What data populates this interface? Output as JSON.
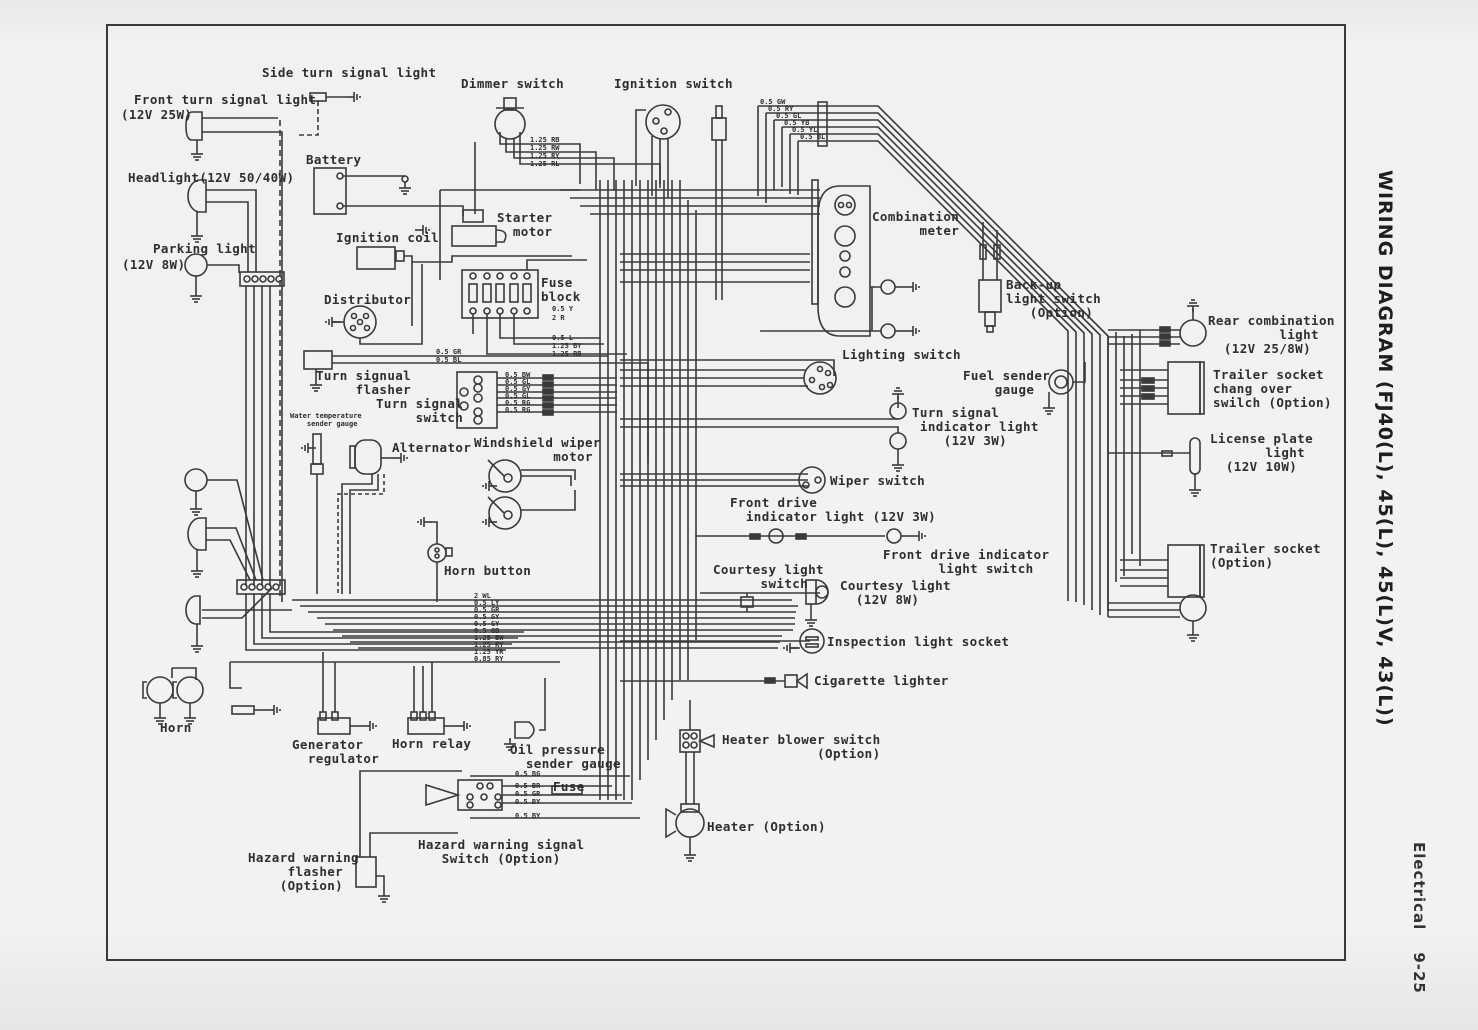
{
  "page": {
    "title": "WIRING DIAGRAM (FJ40(L), 45(L), 45(L)V, 43(L))",
    "section": "Electrical",
    "page_number": "9-25"
  },
  "components": {
    "side_turn_signal_light": "Side turn signal light",
    "front_turn_signal_light": "Front turn signal light",
    "front_turn_signal_rating": "(12V 25W)",
    "battery": "Battery",
    "headlight": "Headlight(12V 50/40W)",
    "parking_light": "Parking light",
    "parking_light_rating": "(12V 8W)",
    "ignition_coil": "Ignition coil",
    "distributor": "Distributor",
    "dimmer_switch": "Dimmer switch",
    "ignition_switch": "Ignition switch",
    "starter_motor": "Starter\n  motor",
    "fuse_block": "Fuse\nblock",
    "combination_meter": "Combination\n      meter",
    "back_up_light_switch": "Back-up\nlight switch\n   (Option)",
    "lighting_switch": "Lighting switch",
    "turn_signal_flasher": "Turn signual\n     flasher",
    "turn_signal_switch": "Turn signal\n     switch",
    "water_temperature_sender": "Water temperature\n    sender gauge",
    "alternator": "Alternator",
    "windshield_wiper_motor": "Windshield wiper\n          motor",
    "turn_signal_indicator_light": "Turn signal\n indicator light\n    (12V 3W)",
    "fuel_sender_gauge": "Fuel sender\n    gauge",
    "rear_combination_light": "Rear combination\n         light\n  (12V 25/8W)",
    "trailer_socket_changeover": "Trailer socket\nchang over\nswilch (Option)",
    "license_plate_light": "License plate\n       light\n  (12V 10W)",
    "trailer_socket": "Trailer socket\n(Option)",
    "wiper_switch": "Wiper switch",
    "front_drive_indicator_light": "Front drive\n  indicator light (12V 3W)",
    "front_drive_indicator_switch": "Front drive indicator\n       light switch",
    "horn_button": "Horn button",
    "courtesy_light_switch": "Courtesy light\n      switch",
    "courtesy_light": "Courtesy light\n  (12V 8W)",
    "inspection_light_socket": "Inspection light socket",
    "cigarette_lighter": "Cigarette lighter",
    "horn": "Horn",
    "generator_regulator": "Generator\n  regulator",
    "horn_relay": "Horn relay",
    "oil_pressure_sender": "Oil pressure\n  sender gauge",
    "fuse": "Fuse",
    "heater_blower_switch": "Heater blower switch\n            (Option)",
    "heater": "Heater (Option)",
    "hazard_warning_signal_switch": "Hazard warning signal\n   Switch (Option)",
    "hazard_warning_flasher": "Hazard warning\n     flasher\n    (Option)"
  },
  "wire_codes": {
    "dimmer": [
      "1.25 RB",
      "1.25 RW",
      "1.25 RY",
      "1.25 RL"
    ],
    "harness_top": [
      "0.5 GW",
      "0.5 RY",
      "0.5 GL",
      "0.5 YB",
      "0.5 YL",
      "0.5 BL"
    ],
    "fuse_out": [
      "0.5 Y",
      "2 R",
      "0.5 L",
      "1.25 BY",
      "1.25 RB"
    ],
    "flasher": [
      "0.5 GR",
      "0.5 BL"
    ],
    "turn_switch": [
      "0.5 BW",
      "0.5 GL",
      "0.5 GY",
      "0.5 GL",
      "0.5 RG",
      "0.5 RG"
    ],
    "left_bundle": [
      "2 WL",
      "0.5 LY",
      "0.5 GR",
      "0.5 GY",
      "0.5 GY",
      "0.5 GB",
      "1.25 BW",
      "1.25 RY",
      "1.25 YR",
      "0.85 RY"
    ],
    "hazard": [
      "0.5 BG",
      "0.5 BR",
      "0.5 GR",
      "0.5 BY",
      "0.5 BY"
    ]
  }
}
